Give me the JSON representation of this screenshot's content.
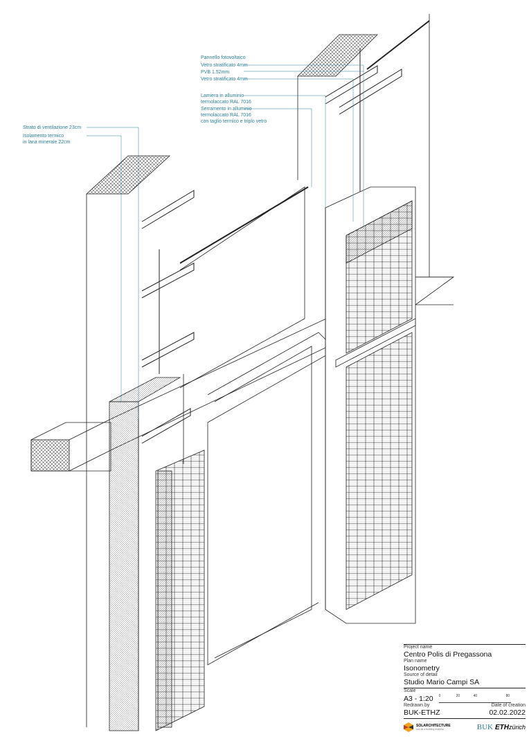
{
  "annotations": {
    "right": [
      "Pannello fotovoltaico",
      "Vetro stratificato 4mm",
      "PVB 1.52mm",
      "Vetro stratificato 4mm",
      "Lamiera in alluminio\ntermolaccato RAL 7016",
      "Serramento in alluminio\ntermolaccato RAL 7016\ncon taglio termico e triplo vetro"
    ],
    "left": [
      "Strato di ventilazione 23cm",
      "Isolamento termico\nin lana minerale 22cm"
    ]
  },
  "title_block": {
    "project_label": "Project name",
    "project": "Centro Polis di Pregassona",
    "plan_label": "Plan name",
    "plan": "Isonometry",
    "source_label": "Source of detail",
    "source": "Studio Mario Campi SA",
    "scale_label": "Scale",
    "scale": "A3 - 1:20",
    "scale_ticks": [
      "0",
      "20",
      "40",
      "80"
    ],
    "redrawn_label": "Redrawn by",
    "redrawn": "BUK-ETHZ",
    "date_label": "Date of creation",
    "date": "02.02.2022",
    "logo_solar": "SOLARCHITECTURE",
    "logo_solar_tag": "sun as a building material",
    "logo_buk": "BUK",
    "logo_eth": "ETH",
    "logo_zurich": "zürich"
  },
  "colors": {
    "annotation": "#2f7f9a",
    "line": "#222222"
  }
}
